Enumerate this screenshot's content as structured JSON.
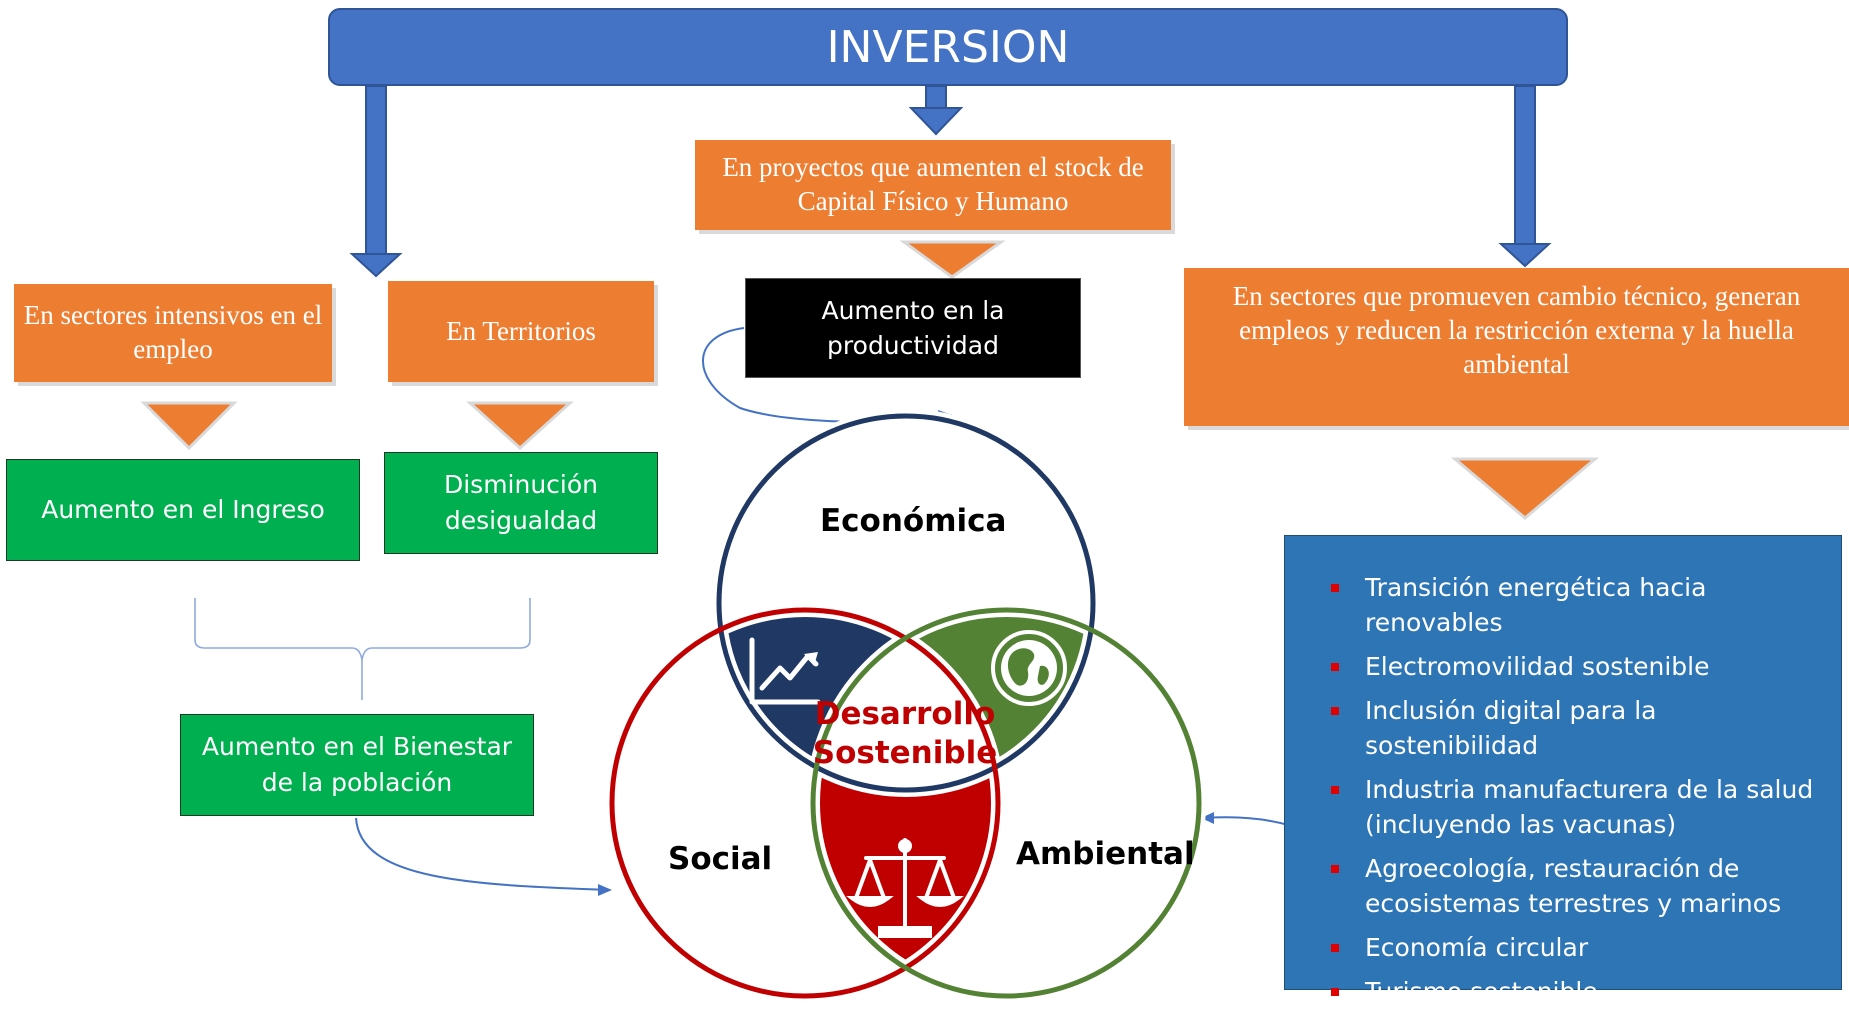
{
  "header": {
    "title": "INVERSION"
  },
  "investment_targets": {
    "employment_sectors": "En sectores intensivos en el empleo",
    "territories": "En Territorios",
    "capital_projects": "En proyectos que aumenten el stock de Capital Físico y Humano",
    "technical_change_sectors": "En sectores que promueven cambio técnico, generan empleos y reducen la restricción externa y la huella ambiental"
  },
  "outcomes": {
    "productivity": "Aumento en la productividad",
    "income": "Aumento en el Ingreso",
    "inequality": "Disminución desigualdad",
    "wellbeing": "Aumento en el Bienestar de la población"
  },
  "venn": {
    "economic": "Económica",
    "social": "Social",
    "environmental": "Ambiental",
    "center": "Desarrollo Sostenible"
  },
  "sectors_list": [
    "Transición energética hacia renovables",
    "Electromovilidad sostenible",
    "Inclusión digital para la sostenibilidad",
    "Industria manufacturera de la salud (incluyendo las vacunas)",
    "Agroecología, restauración de ecosistemas terrestres y marinos",
    "Economía circular",
    "Turismo sostenible"
  ],
  "colors": {
    "header_blue": "#4472c4",
    "orange": "#ed7d31",
    "green": "#00b050",
    "panel_blue": "#2e75b6",
    "economic_navy": "#1f3864",
    "social_red": "#c00000",
    "environmental_green": "#548235"
  }
}
